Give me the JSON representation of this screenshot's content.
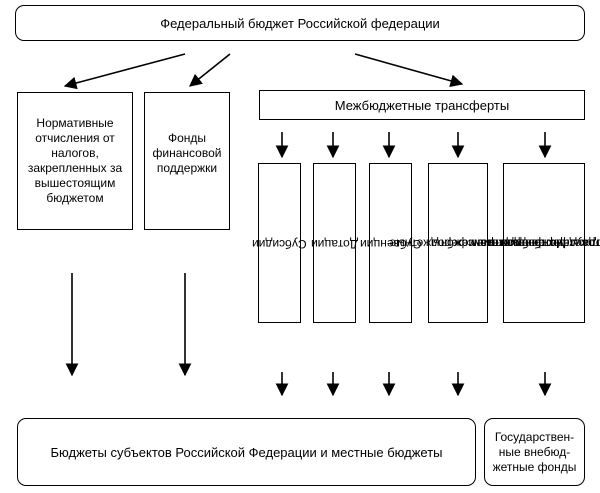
{
  "top": "Федеральный бюджет Российской федерации",
  "left_boxes": [
    "Нормативные отчисления от налогов, закрепленных за вышестоящим бюджетом",
    "Фонды финансовой поддержки"
  ],
  "transfers_header": "Межбюджетные трансферты",
  "transfers": [
    [
      "Субсидии"
    ],
    [
      "Дотации"
    ],
    [
      "Субвенции"
    ],
    [
      "Иные межбюджетные",
      "трансферты"
    ],
    [
      "Межбюджетные",
      "трансферты бюджетам",
      "государственных",
      "внебюджетных фондов"
    ]
  ],
  "bottom_left": "Бюджеты субъектов Российской Федерации и местные бюджеты",
  "bottom_right": "Государствен-ные внебюд-жетные фонды"
}
